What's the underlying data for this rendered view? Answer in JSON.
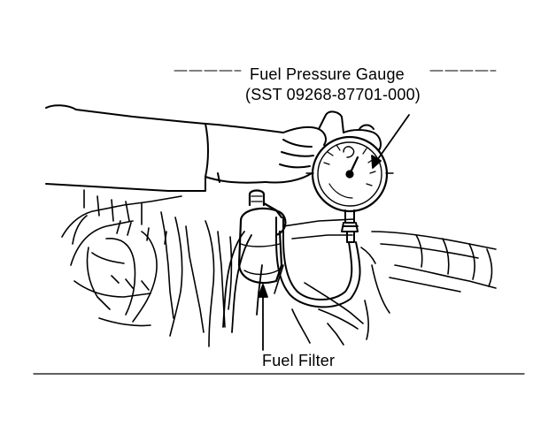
{
  "callouts": {
    "gauge_name": "Fuel Pressure Gauge",
    "gauge_tool": "(SST 09268-87701-000)",
    "filter": "Fuel Filter"
  },
  "colors": {
    "ink": "#000000",
    "background": "#ffffff"
  }
}
